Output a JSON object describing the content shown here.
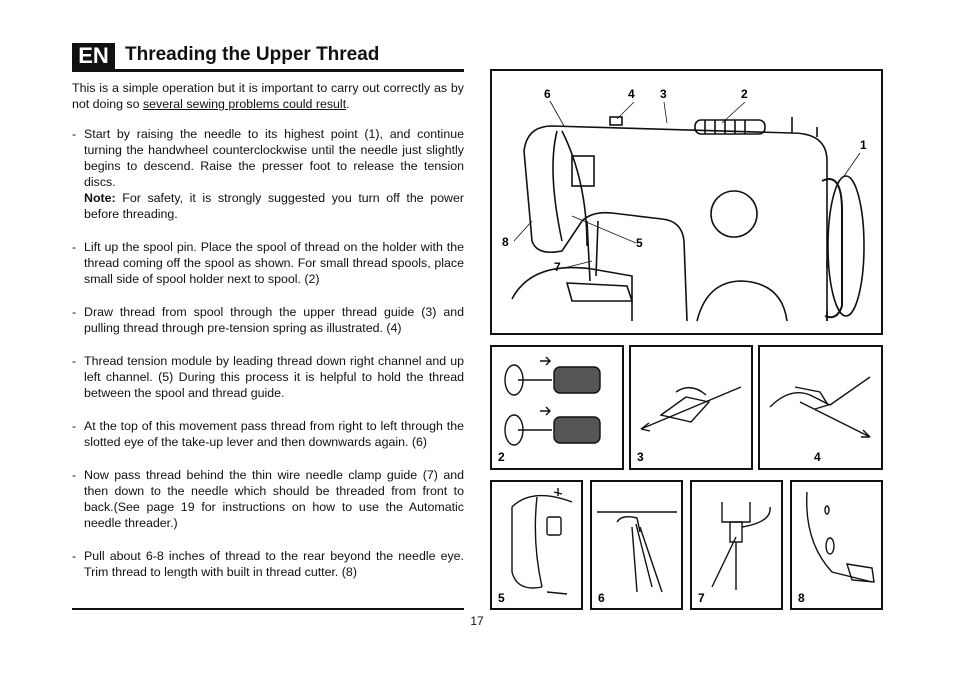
{
  "header": {
    "badge": "EN",
    "title": "Threading the Upper Thread"
  },
  "intro": {
    "text_before": "This is a simple operation but it is important to carry out correctly as by not doing so ",
    "underlined": "several sewing problems could result",
    "text_after": "."
  },
  "steps": [
    {
      "dash": "-",
      "text": "Start by raising the needle to its highest point (1), and continue turning the handwheel counterclockwise until the needle just slightly begins to descend. Raise the presser foot to release the tension discs.",
      "note_label": "Note:",
      "note_text": " For safety, it is strongly suggested you turn off the power before threading."
    },
    {
      "dash": "-",
      "text": "Lift up the spool pin. Place the spool of thread on the holder with the thread coming off the spool as shown. For small thread spools, place small side of spool holder next to spool. (2)"
    },
    {
      "dash": "-",
      "text": "Draw thread from spool through the upper thread guide (3) and pulling thread through pre-tension spring as illustrated. (4)"
    },
    {
      "dash": "-",
      "text": "Thread tension module by leading thread down right channel and up left channel. (5) During this process it is helpful to hold the thread between the spool and thread guide."
    },
    {
      "dash": "-",
      "text": "At the top of this movement pass thread from right to left through the slotted eye of the take-up lever and then downwards again. (6)"
    },
    {
      "dash": "-",
      "text": "Now pass thread behind the thin wire needle clamp guide (7) and then down to the needle which should be threaded from front to back.(See page 19 for instructions on how to use the Automatic needle threader.)"
    },
    {
      "dash": "-",
      "text": "Pull about 6-8 inches of thread to the rear beyond the needle eye. Trim thread to length with built in thread cutter. (8)"
    }
  ],
  "main_figure": {
    "labels": [
      "6",
      "4",
      "3",
      "2",
      "1",
      "8",
      "5",
      "7"
    ]
  },
  "figures": [
    "2",
    "3",
    "4",
    "5",
    "6",
    "7",
    "8"
  ],
  "page_number": "17"
}
